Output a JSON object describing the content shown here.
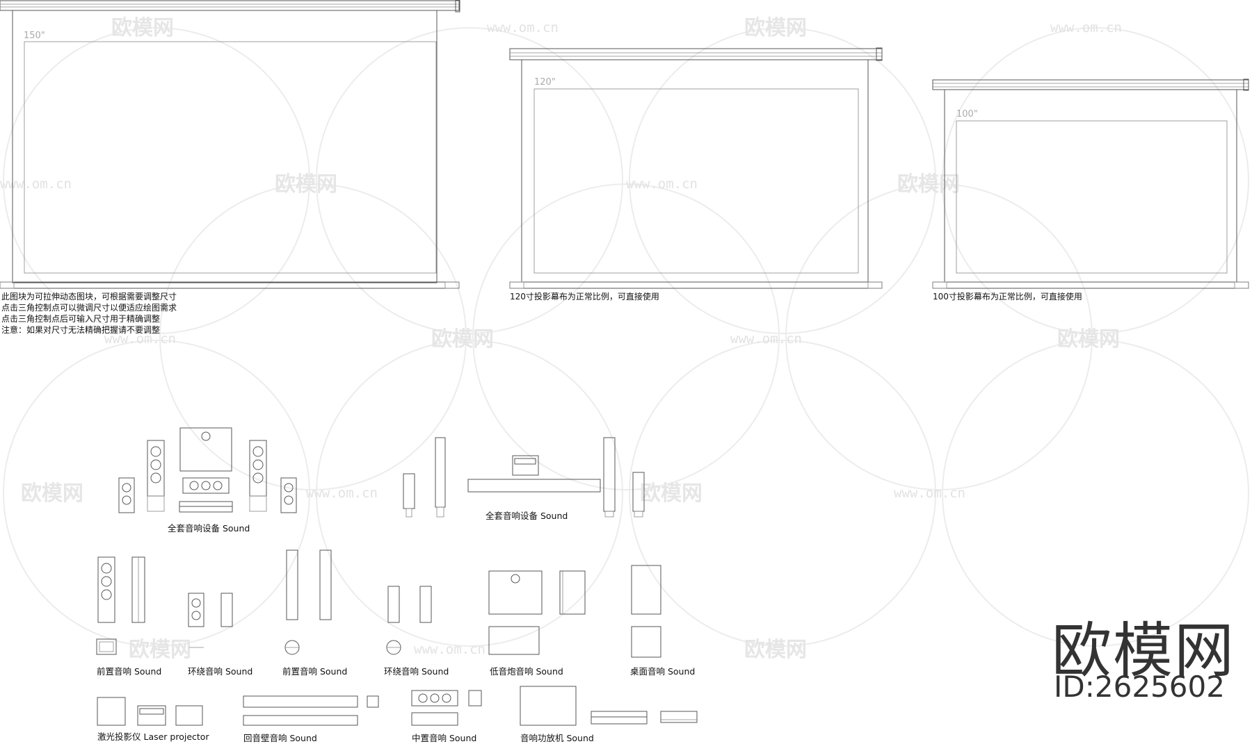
{
  "screens": [
    {
      "size_label": "150\"",
      "caption": ""
    },
    {
      "size_label": "120\"",
      "caption": "120寸投影幕布为正常比例，可直接使用"
    },
    {
      "size_label": "100\"",
      "caption": "100寸投影幕布为正常比例，可直接使用"
    }
  ],
  "notes": [
    "此图块为可拉伸动态图块，可根据需要调整尺寸",
    "点击三角控制点可以微调尺寸以便适应绘图需求",
    "点击三角控制点后可输入尺寸用于精确调整",
    "注意：如果对尺寸无法精确把握请不要调整"
  ],
  "captions": {
    "full_set_1": "全套音响设备 Sound",
    "full_set_2": "全套音响设备 Sound",
    "front_1": "前置音响 Sound",
    "surround_1": "环绕音响 Sound",
    "front_2": "前置音响 Sound",
    "surround_2": "环绕音响 Sound",
    "subwoofer": "低音炮音响 Sound",
    "desktop": "桌面音响 Sound",
    "laser": "激光投影仪 Laser projector",
    "soundbar": "回音壁音响 Sound",
    "center": "中置音响 Sound",
    "amplifier": "音响功放机 Sound"
  },
  "watermark": {
    "name": "欧模网",
    "url": "www.om.cn"
  },
  "brand": {
    "logo": "欧模网",
    "id": "ID:2625602"
  },
  "colors": {
    "line": "#555555",
    "watermark": "#e6e6e6",
    "text": "#111111"
  }
}
